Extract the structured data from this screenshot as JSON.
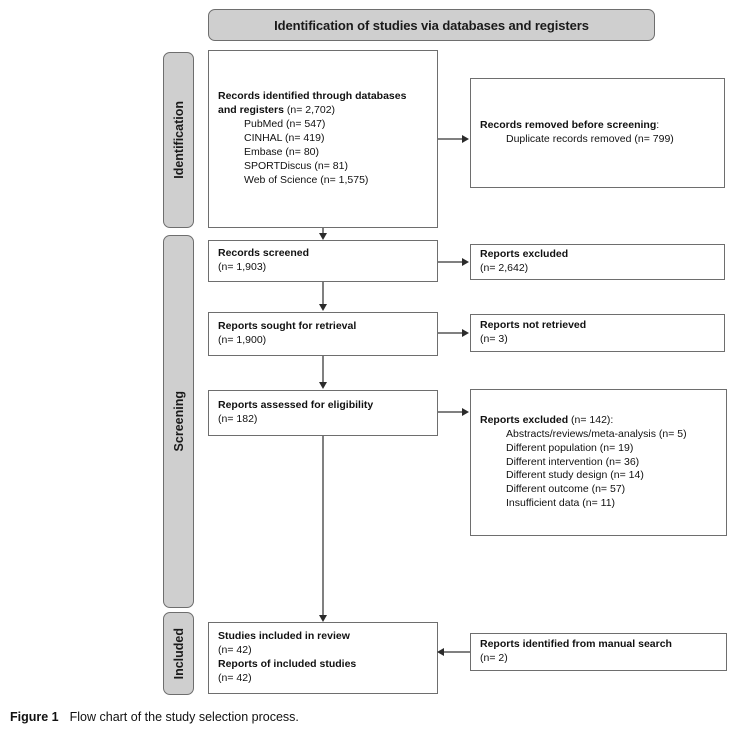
{
  "figure": {
    "caption_label": "Figure 1",
    "caption_text": "Flow chart of the study selection process."
  },
  "header": {
    "title": "Identification of studies via databases and registers"
  },
  "stages": {
    "identification": "Identification",
    "screening": "Screening",
    "included": "Included"
  },
  "colors": {
    "stage_fill": "#cfcfcf",
    "stage_border": "#6e6e6e",
    "box_border": "#6e6e6e",
    "connector": "#808080",
    "arrowhead": "#2b2b2b",
    "text": "#111111",
    "page_background": "#ffffff"
  },
  "boxes": {
    "identified": {
      "title": "Records identified through databases and registers",
      "count": "(n= 2,702)",
      "sources": [
        "PubMed  (n= 547)",
        "CINHAL  (n= 419)",
        "Embase (n= 80)",
        "SPORTDiscus (n= 81)",
        "Web of Science (n= 1,575)"
      ]
    },
    "removed": {
      "title": "Records removed before screening",
      "title_suffix": ":",
      "items": [
        "Duplicate records removed (n= 799)"
      ]
    },
    "screened": {
      "title": "Records screened",
      "count": "(n= 1,903)"
    },
    "excluded_screening": {
      "title": "Reports excluded",
      "count": "(n= 2,642)"
    },
    "sought": {
      "title": "Reports sought for retrieval",
      "count": "(n= 1,900)"
    },
    "not_retrieved": {
      "title": "Reports not retrieved",
      "count": "(n= 3)"
    },
    "assessed": {
      "title": "Reports assessed for eligibility",
      "count": "(n= 182)"
    },
    "excluded_eligibility": {
      "title": "Reports excluded",
      "count": "(n= 142):",
      "reasons": [
        "Abstracts/reviews/meta-analysis (n= 5)",
        "Different population  (n= 19)",
        "Different intervention  (n= 36)",
        "Different study design (n= 14)",
        "Different outcome (n= 57)",
        "Insufficient data (n= 11)"
      ]
    },
    "included": {
      "title_1": "Studies included in review",
      "count_1": "(n= 42)",
      "title_2": "Reports of included studies",
      "count_2": "(n= 42)"
    },
    "manual": {
      "title": "Reports identified from manual search",
      "count": "(n= 2)"
    }
  },
  "chart_data": {
    "type": "diagram",
    "diagram_type": "PRISMA flow chart",
    "title": "Identification of studies via databases and registers",
    "nodes": [
      {
        "id": "identified",
        "stage": "Identification",
        "label": "Records identified through databases and registers",
        "n": 2702,
        "breakdown": [
          {
            "source": "PubMed",
            "n": 547
          },
          {
            "source": "CINHAL",
            "n": 419
          },
          {
            "source": "Embase",
            "n": 80
          },
          {
            "source": "SPORTDiscus",
            "n": 81
          },
          {
            "source": "Web of Science",
            "n": 1575
          }
        ]
      },
      {
        "id": "removed",
        "stage": "Identification",
        "label": "Records removed before screening",
        "items": [
          {
            "label": "Duplicate records removed",
            "n": 799
          }
        ]
      },
      {
        "id": "screened",
        "stage": "Screening",
        "label": "Records screened",
        "n": 1903
      },
      {
        "id": "excluded_screening",
        "stage": "Screening",
        "label": "Reports excluded",
        "n": 2642
      },
      {
        "id": "sought",
        "stage": "Screening",
        "label": "Reports sought for retrieval",
        "n": 1900
      },
      {
        "id": "not_retrieved",
        "stage": "Screening",
        "label": "Reports not retrieved",
        "n": 3
      },
      {
        "id": "assessed",
        "stage": "Screening",
        "label": "Reports assessed for eligibility",
        "n": 182
      },
      {
        "id": "excluded_eligibility",
        "stage": "Screening",
        "label": "Reports excluded",
        "n": 142,
        "reasons": [
          {
            "label": "Abstracts/reviews/meta-analysis",
            "n": 5
          },
          {
            "label": "Different population",
            "n": 19
          },
          {
            "label": "Different intervention",
            "n": 36
          },
          {
            "label": "Different study design",
            "n": 14
          },
          {
            "label": "Different outcome",
            "n": 57
          },
          {
            "label": "Insufficient data",
            "n": 11
          }
        ]
      },
      {
        "id": "included",
        "stage": "Included",
        "label": "Studies included in review",
        "n": 42,
        "reports_n": 42
      },
      {
        "id": "manual",
        "stage": "Included",
        "label": "Reports identified from manual search",
        "n": 2
      }
    ],
    "edges": [
      {
        "from": "identified",
        "to": "removed",
        "direction": "right"
      },
      {
        "from": "identified",
        "to": "screened",
        "direction": "down"
      },
      {
        "from": "screened",
        "to": "excluded_screening",
        "direction": "right"
      },
      {
        "from": "screened",
        "to": "sought",
        "direction": "down"
      },
      {
        "from": "sought",
        "to": "not_retrieved",
        "direction": "right"
      },
      {
        "from": "sought",
        "to": "assessed",
        "direction": "down"
      },
      {
        "from": "assessed",
        "to": "excluded_eligibility",
        "direction": "right"
      },
      {
        "from": "assessed",
        "to": "included",
        "direction": "down"
      },
      {
        "from": "manual",
        "to": "included",
        "direction": "left"
      }
    ]
  }
}
